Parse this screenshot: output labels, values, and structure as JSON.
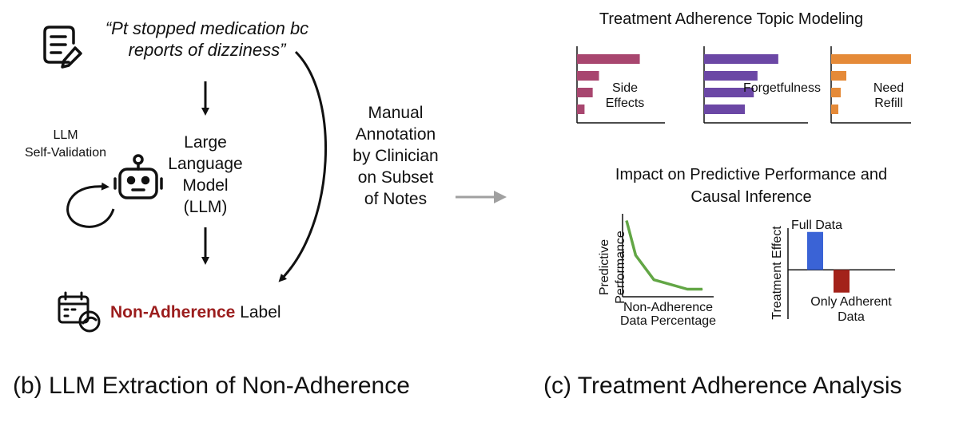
{
  "left_panel": {
    "quote_line1": "“Pt stopped medication bc",
    "quote_line2": "reports of dizziness”",
    "llm_line1": "Large",
    "llm_line2": "Language",
    "llm_line3": "Model",
    "llm_line4": "(LLM)",
    "self_validation_line1": "LLM",
    "self_validation_line2": "Self-Validation",
    "manual_line1": "Manual",
    "manual_line2": "Annotation",
    "manual_line3": "by Clinician",
    "manual_line4": "on Subset",
    "manual_line5": "of Notes",
    "output_label_highlight": "Non-Adherence",
    "output_label_rest": " Label",
    "caption": "(b) LLM Extraction of Non-Adherence"
  },
  "right_panel": {
    "topic_title": "Treatment Adherence Topic Modeling",
    "topic_labels": [
      {
        "line1": "Side",
        "line2": "Effects"
      },
      {
        "line1": "Forgetfulness",
        "line2": ""
      },
      {
        "line1": "Need",
        "line2": "Refill"
      }
    ],
    "impact_title_line1": "Impact on Predictive Performance and",
    "impact_title_line2": "Causal Inference",
    "perf_ylabel_line1": "Predictive",
    "perf_ylabel_line2": "Performance",
    "perf_xlabel_line1": "Non-Adherence",
    "perf_xlabel_line2": "Data Percentage",
    "effect_ylabel": "Treatment Effect",
    "bar_full_label": "Full Data",
    "bar_adherent_line1": "Only Adherent",
    "bar_adherent_line2": "Data",
    "caption": "(c) Treatment Adherence Analysis"
  },
  "colors": {
    "side_effects": "#a8466f",
    "forgetfulness": "#6b47a5",
    "need_refill": "#e58a38",
    "curve": "#62a645",
    "full_data_bar": "#3a63d6",
    "adherent_bar": "#a3221a",
    "flow_arrow": "#a0a0a0",
    "highlight_text": "#9b1d1d"
  },
  "chart_data": [
    {
      "type": "bar",
      "orientation": "horizontal",
      "topic": "Side Effects",
      "values": [
        1.0,
        0.35,
        0.25,
        0.12
      ],
      "xlim": [
        0,
        1.4
      ]
    },
    {
      "type": "bar",
      "orientation": "horizontal",
      "topic": "Forgetfulness",
      "values": [
        1.0,
        0.72,
        0.67,
        0.55
      ],
      "xlim": [
        0,
        1.4
      ]
    },
    {
      "type": "bar",
      "orientation": "horizontal",
      "topic": "Need Refill",
      "values": [
        1.0,
        0.19,
        0.12,
        0.09
      ],
      "xlim": [
        0,
        1.0
      ]
    },
    {
      "type": "line",
      "xlabel": "Non-Adherence Data Percentage",
      "ylabel": "Predictive Performance",
      "x": [
        0,
        0.12,
        0.36,
        0.8,
        1.0
      ],
      "y": [
        1.0,
        0.52,
        0.18,
        0.05,
        0.05
      ],
      "xlim": [
        0,
        1.2
      ],
      "ylim": [
        0,
        1.15
      ]
    },
    {
      "type": "bar",
      "ylabel": "Treatment Effect",
      "categories": [
        "Full Data",
        "Only Adherent Data"
      ],
      "values": [
        1.0,
        -0.6
      ],
      "ylim": [
        -1.3,
        1.1
      ]
    }
  ]
}
